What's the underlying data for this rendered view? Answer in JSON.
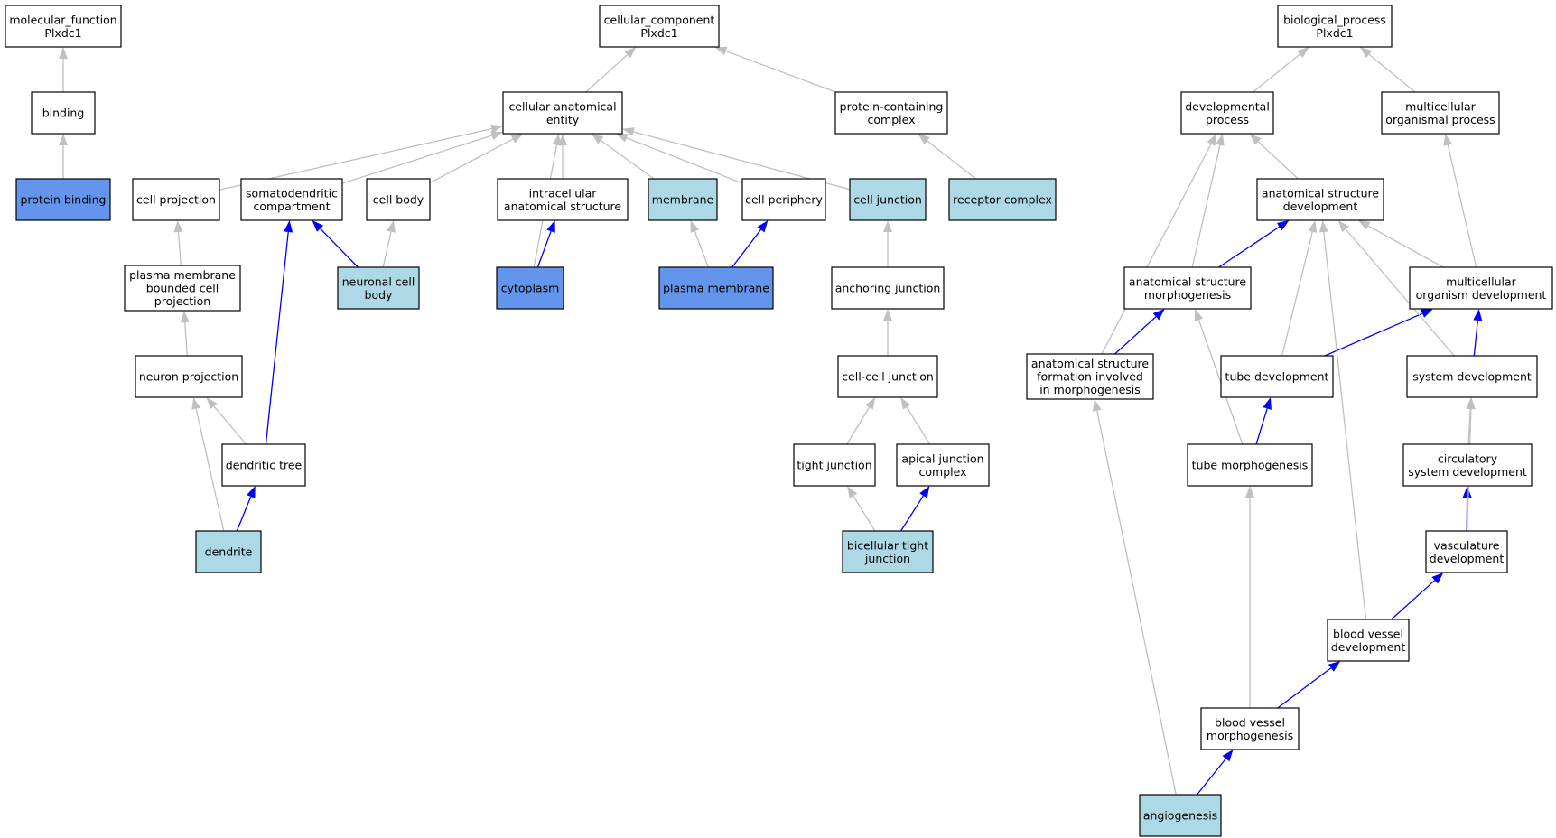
{
  "colors": {
    "plain": "#ffffff",
    "light": "#add8e6",
    "strong": "#6495ed",
    "grey_edge": "#c0c0c0",
    "blue_edge": "#0000ff"
  },
  "nodes": [
    {
      "id": "mf",
      "lines": [
        "molecular_function",
        "Plxdc1"
      ],
      "fill": "plain"
    },
    {
      "id": "binding",
      "lines": [
        "binding"
      ],
      "fill": "plain"
    },
    {
      "id": "protein_binding",
      "lines": [
        "protein binding"
      ],
      "fill": "strong"
    },
    {
      "id": "cc",
      "lines": [
        "cellular_component",
        "Plxdc1"
      ],
      "fill": "plain"
    },
    {
      "id": "cae",
      "lines": [
        "cellular anatomical",
        "entity"
      ],
      "fill": "plain"
    },
    {
      "id": "pcc",
      "lines": [
        "protein-containing",
        "complex"
      ],
      "fill": "plain"
    },
    {
      "id": "cell_projection",
      "lines": [
        "cell projection"
      ],
      "fill": "plain"
    },
    {
      "id": "somatodendritic",
      "lines": [
        "somatodendritic",
        "compartment"
      ],
      "fill": "plain"
    },
    {
      "id": "cell_body",
      "lines": [
        "cell body"
      ],
      "fill": "plain"
    },
    {
      "id": "intracellular",
      "lines": [
        "intracellular",
        "anatomical structure"
      ],
      "fill": "plain"
    },
    {
      "id": "membrane",
      "lines": [
        "membrane"
      ],
      "fill": "light"
    },
    {
      "id": "cell_periphery",
      "lines": [
        "cell periphery"
      ],
      "fill": "plain"
    },
    {
      "id": "cell_junction",
      "lines": [
        "cell junction"
      ],
      "fill": "light"
    },
    {
      "id": "receptor_complex",
      "lines": [
        "receptor complex"
      ],
      "fill": "light"
    },
    {
      "id": "pmbcp",
      "lines": [
        "plasma membrane",
        "bounded cell",
        "projection"
      ],
      "fill": "plain"
    },
    {
      "id": "neuronal_cell_body",
      "lines": [
        "neuronal cell",
        "body"
      ],
      "fill": "light"
    },
    {
      "id": "cytoplasm",
      "lines": [
        "cytoplasm"
      ],
      "fill": "strong"
    },
    {
      "id": "plasma_membrane",
      "lines": [
        "plasma membrane"
      ],
      "fill": "strong"
    },
    {
      "id": "anchoring_junction",
      "lines": [
        "anchoring junction"
      ],
      "fill": "plain"
    },
    {
      "id": "neuron_projection",
      "lines": [
        "neuron projection"
      ],
      "fill": "plain"
    },
    {
      "id": "cell_cell_junction",
      "lines": [
        "cell-cell junction"
      ],
      "fill": "plain"
    },
    {
      "id": "dendritic_tree",
      "lines": [
        "dendritic tree"
      ],
      "fill": "plain"
    },
    {
      "id": "tight_junction",
      "lines": [
        "tight junction"
      ],
      "fill": "plain"
    },
    {
      "id": "apical_junction",
      "lines": [
        "apical junction",
        "complex"
      ],
      "fill": "plain"
    },
    {
      "id": "dendrite",
      "lines": [
        "dendrite"
      ],
      "fill": "light"
    },
    {
      "id": "bicellular",
      "lines": [
        "bicellular tight",
        "junction"
      ],
      "fill": "light"
    },
    {
      "id": "bp",
      "lines": [
        "biological_process",
        "Plxdc1"
      ],
      "fill": "plain"
    },
    {
      "id": "dev_process",
      "lines": [
        "developmental",
        "process"
      ],
      "fill": "plain"
    },
    {
      "id": "multi_process",
      "lines": [
        "multicellular",
        "organismal process"
      ],
      "fill": "plain"
    },
    {
      "id": "asd",
      "lines": [
        "anatomical structure",
        "development"
      ],
      "fill": "plain"
    },
    {
      "id": "asm",
      "lines": [
        "anatomical structure",
        "morphogenesis"
      ],
      "fill": "plain"
    },
    {
      "id": "mod",
      "lines": [
        "multicellular",
        "organism development"
      ],
      "fill": "plain"
    },
    {
      "id": "asf",
      "lines": [
        "anatomical structure",
        "formation involved",
        "in morphogenesis"
      ],
      "fill": "plain"
    },
    {
      "id": "tube_dev",
      "lines": [
        "tube development"
      ],
      "fill": "plain"
    },
    {
      "id": "system_dev",
      "lines": [
        "system development"
      ],
      "fill": "plain"
    },
    {
      "id": "tube_morph",
      "lines": [
        "tube morphogenesis"
      ],
      "fill": "plain"
    },
    {
      "id": "circ_dev",
      "lines": [
        "circulatory",
        "system development"
      ],
      "fill": "plain"
    },
    {
      "id": "vasc_dev",
      "lines": [
        "vasculature",
        "development"
      ],
      "fill": "plain"
    },
    {
      "id": "bv_dev",
      "lines": [
        "blood vessel",
        "development"
      ],
      "fill": "plain"
    },
    {
      "id": "bv_morph",
      "lines": [
        "blood vessel",
        "morphogenesis"
      ],
      "fill": "plain"
    },
    {
      "id": "angiogenesis",
      "lines": [
        "angiogenesis"
      ],
      "fill": "light"
    }
  ],
  "edges": [
    {
      "from": "binding",
      "to": "mf",
      "color": "grey"
    },
    {
      "from": "protein_binding",
      "to": "binding",
      "color": "grey"
    },
    {
      "from": "cae",
      "to": "cc",
      "color": "grey"
    },
    {
      "from": "pcc",
      "to": "cc",
      "color": "grey"
    },
    {
      "from": "cell_projection",
      "to": "cae",
      "color": "grey"
    },
    {
      "from": "somatodendritic",
      "to": "cae",
      "color": "grey"
    },
    {
      "from": "cell_body",
      "to": "cae",
      "color": "grey"
    },
    {
      "from": "intracellular",
      "to": "cae",
      "color": "grey"
    },
    {
      "from": "membrane",
      "to": "cae",
      "color": "grey"
    },
    {
      "from": "cell_periphery",
      "to": "cae",
      "color": "grey"
    },
    {
      "from": "cell_junction",
      "to": "cae",
      "color": "grey"
    },
    {
      "from": "cytoplasm",
      "to": "cae",
      "color": "grey"
    },
    {
      "from": "receptor_complex",
      "to": "pcc",
      "color": "grey"
    },
    {
      "from": "pmbcp",
      "to": "cell_projection",
      "color": "grey"
    },
    {
      "from": "neuronal_cell_body",
      "to": "somatodendritic",
      "color": "blue"
    },
    {
      "from": "neuronal_cell_body",
      "to": "cell_body",
      "color": "grey"
    },
    {
      "from": "cytoplasm",
      "to": "intracellular",
      "color": "blue"
    },
    {
      "from": "plasma_membrane",
      "to": "membrane",
      "color": "grey"
    },
    {
      "from": "plasma_membrane",
      "to": "cell_periphery",
      "color": "blue"
    },
    {
      "from": "anchoring_junction",
      "to": "cell_junction",
      "color": "grey"
    },
    {
      "from": "neuron_projection",
      "to": "pmbcp",
      "color": "grey"
    },
    {
      "from": "cell_cell_junction",
      "to": "anchoring_junction",
      "color": "grey"
    },
    {
      "from": "dendritic_tree",
      "to": "neuron_projection",
      "color": "grey"
    },
    {
      "from": "dendritic_tree",
      "to": "somatodendritic",
      "color": "blue"
    },
    {
      "from": "dendrite",
      "to": "neuron_projection",
      "color": "grey"
    },
    {
      "from": "dendrite",
      "to": "dendritic_tree",
      "color": "blue"
    },
    {
      "from": "tight_junction",
      "to": "cell_cell_junction",
      "color": "grey"
    },
    {
      "from": "apical_junction",
      "to": "cell_cell_junction",
      "color": "grey"
    },
    {
      "from": "bicellular",
      "to": "tight_junction",
      "color": "grey"
    },
    {
      "from": "bicellular",
      "to": "apical_junction",
      "color": "blue"
    },
    {
      "from": "dev_process",
      "to": "bp",
      "color": "grey"
    },
    {
      "from": "multi_process",
      "to": "bp",
      "color": "grey"
    },
    {
      "from": "asd",
      "to": "dev_process",
      "color": "grey"
    },
    {
      "from": "asm",
      "to": "dev_process",
      "color": "grey"
    },
    {
      "from": "asf",
      "to": "dev_process",
      "color": "grey"
    },
    {
      "from": "asm",
      "to": "asd",
      "color": "blue"
    },
    {
      "from": "mod",
      "to": "asd",
      "color": "grey"
    },
    {
      "from": "mod",
      "to": "multi_process",
      "color": "grey"
    },
    {
      "from": "asf",
      "to": "asm",
      "color": "blue"
    },
    {
      "from": "tube_dev",
      "to": "asd",
      "color": "grey"
    },
    {
      "from": "tube_dev",
      "to": "mod",
      "color": "blue"
    },
    {
      "from": "system_dev",
      "to": "asd",
      "color": "grey"
    },
    {
      "from": "system_dev",
      "to": "mod",
      "color": "blue"
    },
    {
      "from": "tube_morph",
      "to": "asm",
      "color": "grey"
    },
    {
      "from": "tube_morph",
      "to": "tube_dev",
      "color": "blue"
    },
    {
      "from": "circ_dev",
      "to": "system_dev",
      "color": "grey"
    },
    {
      "from": "vasc_dev",
      "to": "circ_dev",
      "color": "blue"
    },
    {
      "from": "vasc_dev",
      "to": "system_dev",
      "color": "grey"
    },
    {
      "from": "bv_dev",
      "to": "vasc_dev",
      "color": "blue"
    },
    {
      "from": "bv_dev",
      "to": "asd",
      "color": "grey"
    },
    {
      "from": "bv_morph",
      "to": "bv_dev",
      "color": "blue"
    },
    {
      "from": "bv_morph",
      "to": "tube_morph",
      "color": "grey"
    },
    {
      "from": "angiogenesis",
      "to": "bv_morph",
      "color": "blue"
    },
    {
      "from": "angiogenesis",
      "to": "asf",
      "color": "grey"
    }
  ]
}
